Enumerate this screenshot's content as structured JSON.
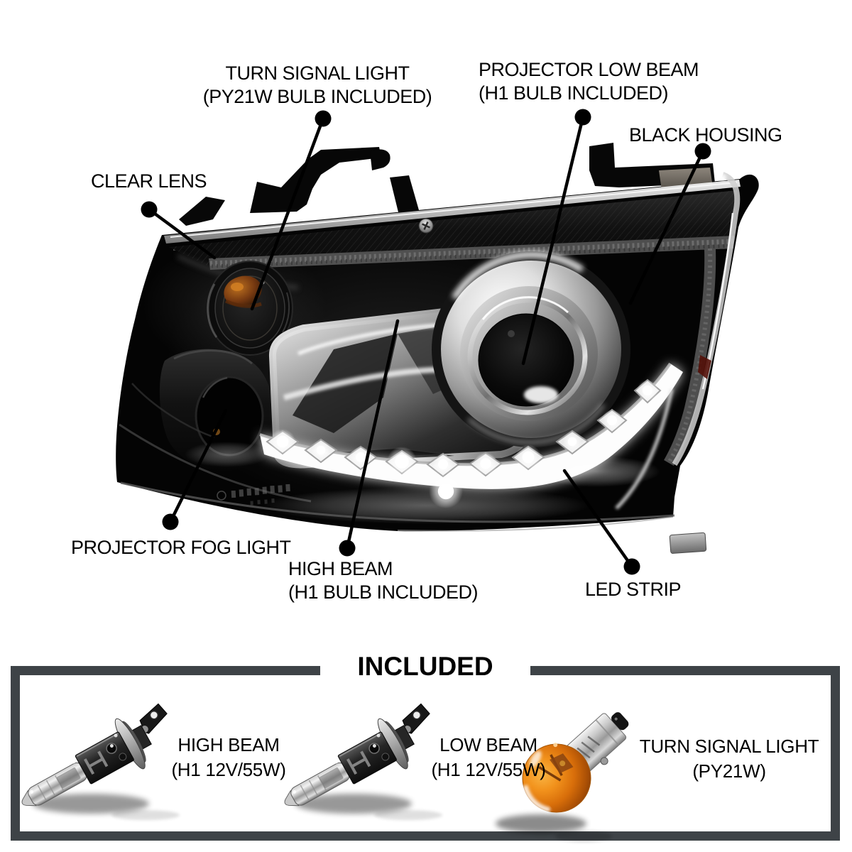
{
  "callouts": {
    "turn_signal": {
      "line1": "TURN SIGNAL LIGHT",
      "line2": "(PY21W BULB INCLUDED)"
    },
    "projector_low_beam": {
      "line1": "PROJECTOR LOW BEAM",
      "line2": "(H1 BULB INCLUDED)"
    },
    "black_housing": {
      "label": "BLACK HOUSING"
    },
    "clear_lens": {
      "label": "CLEAR LENS"
    },
    "projector_fog_light": {
      "label": "PROJECTOR FOG LIGHT"
    },
    "high_beam": {
      "line1": "HIGH BEAM",
      "line2": "(H1 BULB INCLUDED)"
    },
    "led_strip": {
      "label": "LED STRIP"
    }
  },
  "included": {
    "title": "INCLUDED",
    "items": [
      {
        "id": "high-beam-bulb",
        "line1": "HIGH BEAM",
        "line2": "(H1 12V/55W)"
      },
      {
        "id": "low-beam-bulb",
        "line1": "LOW BEAM",
        "line2": "(H1 12V/55W)"
      },
      {
        "id": "turn-signal-bulb",
        "line1": "TURN SIGNAL LIGHT",
        "line2": "(PY21W)"
      }
    ]
  },
  "colors": {
    "frame": "#3e4347",
    "label_text": "#000000",
    "leader_line": "#000000",
    "amber_bulb": "#e88714",
    "led_white": "#ffffff",
    "housing_black": "#050505"
  }
}
